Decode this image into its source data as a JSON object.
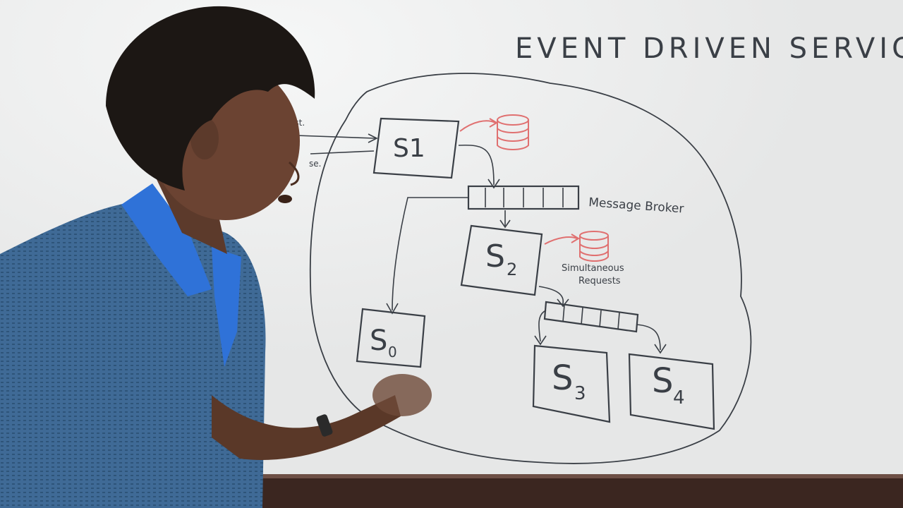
{
  "board": {
    "title": "EVENT DRIVEN SERVICES",
    "broker_label": "Message Broker",
    "note_line1": "Simultaneous",
    "note_line2": "Requests",
    "request_label": "est.",
    "response_label": "se."
  },
  "services": {
    "s1": "S1",
    "s2_main": "S",
    "s2_sub": "2",
    "s0_main": "S",
    "s0_sub": "0",
    "s3_main": "S",
    "s3_sub": "3",
    "s4_main": "S",
    "s4_sub": "4"
  },
  "colors": {
    "whiteboard": "#e9eaea",
    "marker_black": "#3a3f46",
    "marker_red": "#e07070",
    "shirt_blue": "#3f6a96",
    "collar_blue": "#2f72d8",
    "skin": "#6b4332",
    "hair": "#1c1714"
  }
}
